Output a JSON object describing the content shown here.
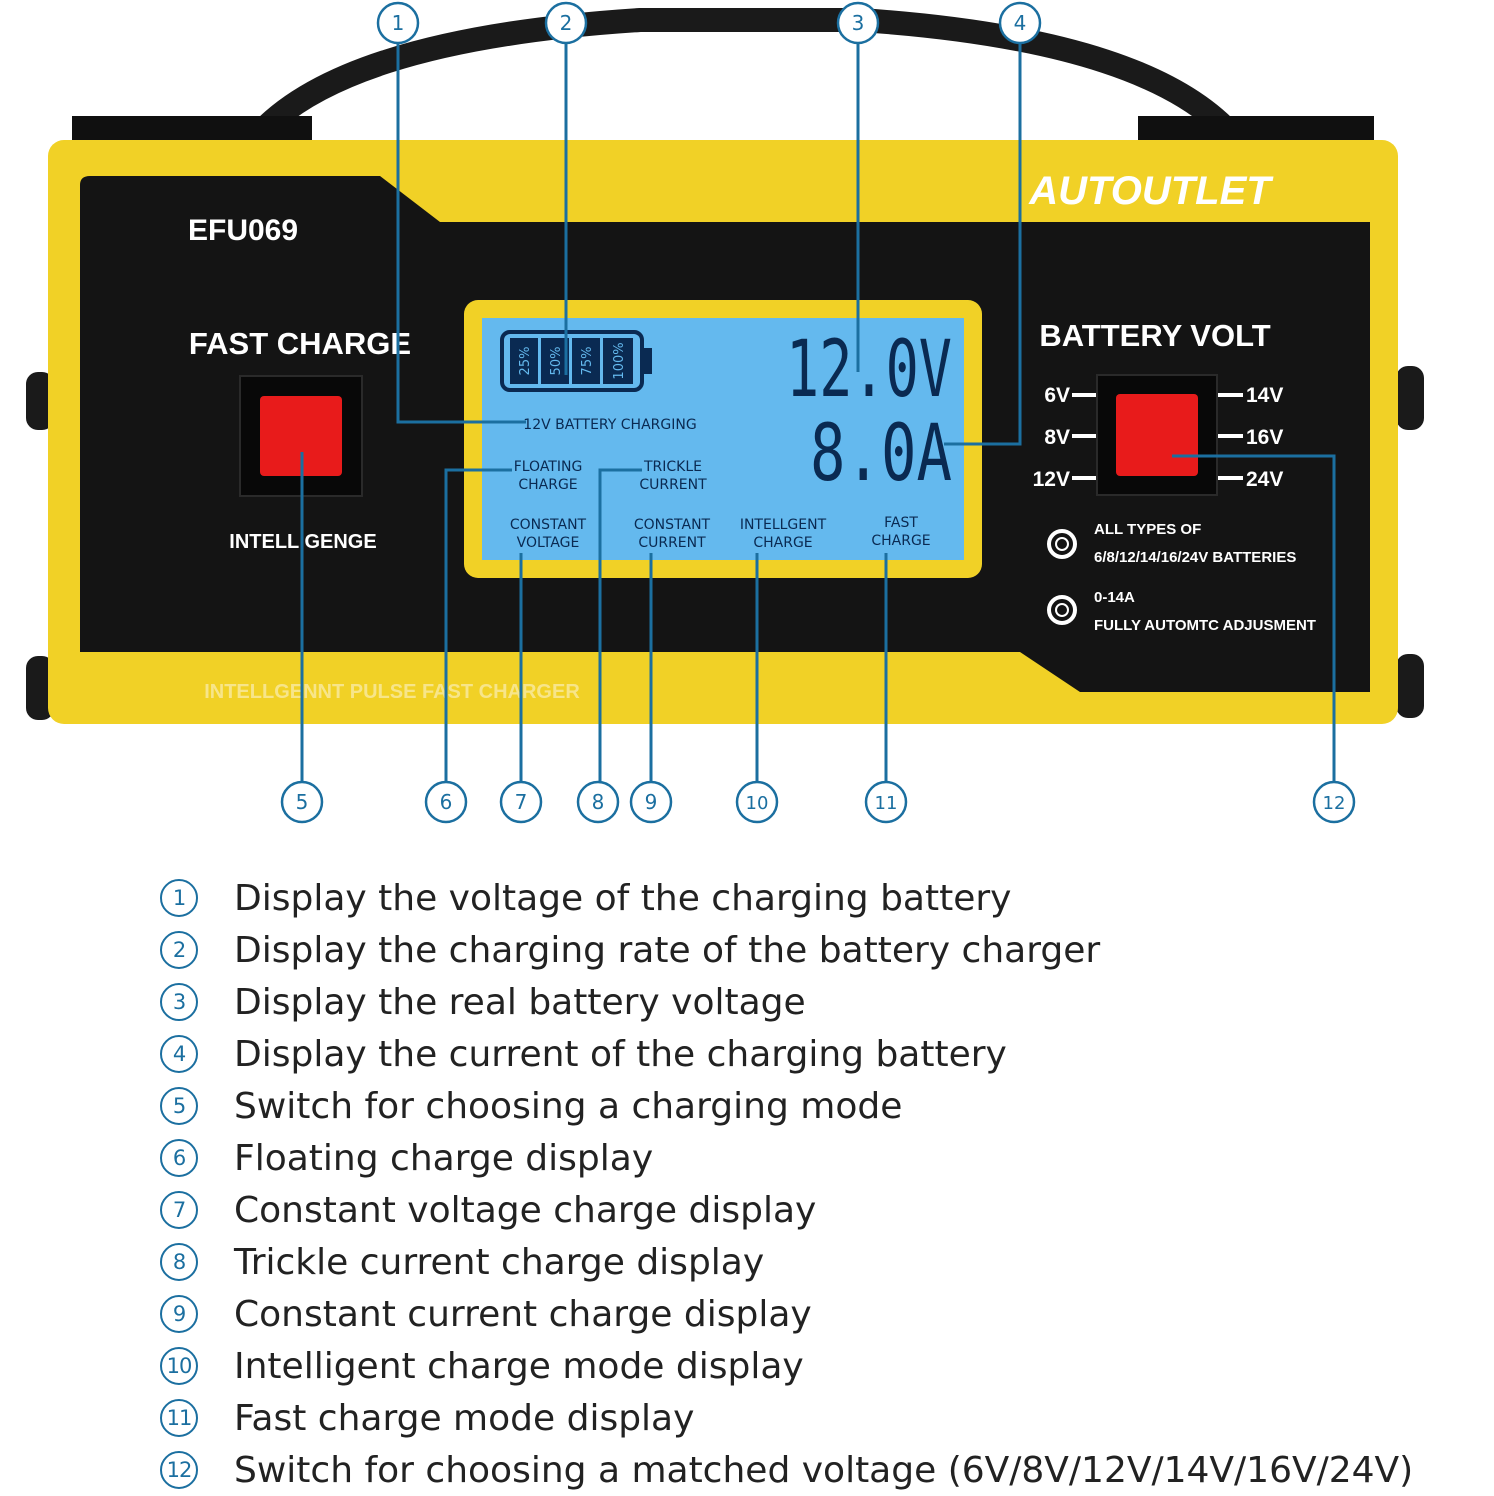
{
  "colors": {
    "yellow": "#f1d126",
    "panel_black": "#141414",
    "lcd_blue": "#64b9ee",
    "lcd_text": "#0a2a52",
    "button_red": "#e81b1b",
    "callout_blue": "#1b6fa0"
  },
  "device": {
    "model": "EFU069",
    "brand": "AUTOUTLET",
    "left_panel": {
      "title": "FAST CHARGE",
      "button_caption": "INTELL GENGE"
    },
    "bottom_strip": "INTELLGENNT PULSE FAST CHARGER",
    "right_panel": {
      "title": "BATTERY VOLT",
      "volt_left": [
        "6V",
        "8V",
        "12V"
      ],
      "volt_right": [
        "14V",
        "16V",
        "24V"
      ],
      "note1_line1": "ALL TYPES OF",
      "note1_line2": "6/8/12/14/16/24V BATTERIES",
      "note2_line1": "0-14A",
      "note2_line2": "FULLY AUTOMTC ADJUSMENT"
    },
    "lcd": {
      "battery_segments": [
        "25%",
        "50%",
        "75%",
        "100%"
      ],
      "battery_label": "12V BATTERY CHARGING",
      "voltage": "12.0V",
      "current": "8.0A",
      "modes": {
        "floating": [
          "FLOATING",
          "CHARGE"
        ],
        "trickle": [
          "TRICKLE",
          "CURRENT"
        ],
        "constant_voltage": [
          "CONSTANT",
          "VOLTAGE"
        ],
        "constant_current": [
          "CONSTANT",
          "CURRENT"
        ],
        "intelligent": [
          "INTELLGENT",
          "CHARGE"
        ],
        "fast": [
          "FAST",
          "CHARGE"
        ]
      }
    }
  },
  "callouts": [
    "①",
    "②",
    "③",
    "④",
    "⑤",
    "⑥",
    "⑦",
    "⑧",
    "⑨",
    "⑩",
    "⑪",
    "⑫"
  ],
  "legend": [
    {
      "num": "1",
      "text": "Display the voltage of the charging battery"
    },
    {
      "num": "2",
      "text": "Display the charging rate of the battery charger"
    },
    {
      "num": "3",
      "text": "Display the real battery voltage"
    },
    {
      "num": "4",
      "text": "Display the current of the charging battery"
    },
    {
      "num": "5",
      "text": "Switch for choosing a charging mode"
    },
    {
      "num": "6",
      "text": "Floating charge display"
    },
    {
      "num": "7",
      "text": "Constant voltage charge display"
    },
    {
      "num": "8",
      "text": "Trickle current charge display"
    },
    {
      "num": "9",
      "text": "Constant current charge display"
    },
    {
      "num": "10",
      "text": "Intelligent charge mode display"
    },
    {
      "num": "11",
      "text": "Fast charge mode display"
    },
    {
      "num": "12",
      "text": "Switch for choosing a matched voltage (6V/8V/12V/14V/16V/24V)"
    }
  ]
}
